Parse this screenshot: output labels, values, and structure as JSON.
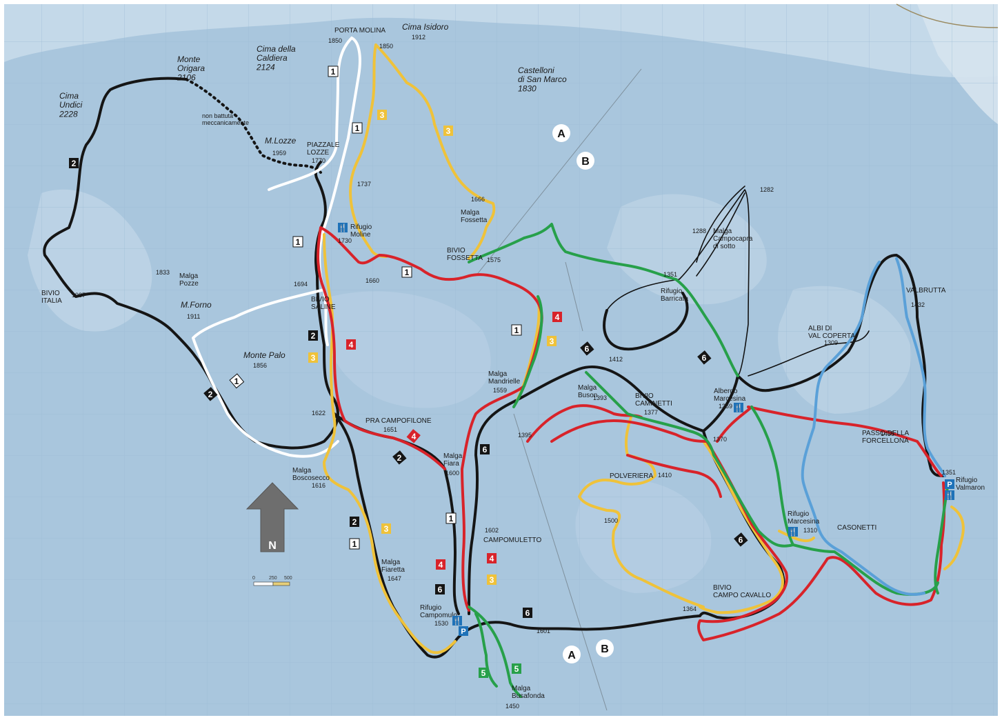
{
  "colors": {
    "background": "#a9c6dd",
    "snow_light": "#c9dceb",
    "trail_black": "#151515",
    "trail_white": "#ffffff",
    "trail_yellow": "#efc23a",
    "trail_red": "#d8232a",
    "trail_green": "#27a04a",
    "trail_blue": "#5aa0d8",
    "trail_thin": "#111111"
  },
  "labels": {
    "cima_undici": "Cima\nUndici\n2228",
    "monte_origara": "Monte\nOrigara\n2106",
    "cima_caldiera": "Cima della\nCaldiera\n2124",
    "porta_molina": "PORTA MOLINA",
    "cima_isidoro": "Cima Isidoro",
    "castelloni": "Castelloni\ndi San Marco\n1830",
    "non_battuta": "non battuta\nmeccanicamente",
    "m_lozze": "M.Lozze",
    "piazzale_lozze": "PIAZZALE\nLOZZE",
    "rifugio_moline": "Rifugio\nMoline",
    "malga_fossetta": "Malga\nFossetta",
    "bivio_fossetta": "BIVIO\nFOSSETTA",
    "malga_campocapra": "Malga\nCampocapra\ndi sotto",
    "malga_pozze": "Malga\nPozze",
    "bivio_italia": "BIVIO\nITALIA",
    "m_forno": "M.Forno",
    "bivio_saline": "BIVIO\nSALINE",
    "monte_palo": "Monte Palo",
    "rifugio_barricata": "Rifugio\nBarricata",
    "valbrutta": "VALBRUTTA",
    "albi_val_coperta": "ALBI   DI\nVAL COPERTA",
    "malga_mandrielle": "Malga\nMandrielle",
    "malga_buson": "Malga\nBuson",
    "bivio_caminetti": "BIVIO\nCAMINETTI",
    "albergo_marcesina": "Albergo\nMarcesina",
    "pra_campofilone": "PRA CAMPOFILONE",
    "malga_fiara": "Malga\nFiara",
    "passo_forcellona": "PASSO DELLA\nFORCELLONA",
    "rifugio_valmaron": "Rifugio\nValmaron",
    "malga_boscosecco": "Malga\nBoscosecco",
    "polveriera": "POLVERIERA",
    "campomuletto": "CAMPOMULETTO",
    "rifugio_marcesina": "Rifugio\nMarcesina",
    "casonetti": "CASONETTI",
    "malga_fiaretta": "Malga\nFiaretta",
    "rifugio_campomulo": "Rifugio\nCampomulo",
    "bivio_campo_cavallo": "BIVIO\nCAMPO CAVALLO",
    "malga_busafonda": "Malga\nBusafonda",
    "north": "N"
  },
  "elevations": {
    "porta_molina": "1850",
    "cima_isidoro": "1912",
    "top_yellow": "1850",
    "m_lozze": "1959",
    "piazzale_lozze": "1770",
    "p1737": "1737",
    "p1666": "1666",
    "moline": "1730",
    "p1575": "1575",
    "p1660": "1660",
    "p1282": "1282",
    "p1288": "1288",
    "p1351": "1351",
    "pozze": "1833",
    "p1694": "1694",
    "italia": "1987",
    "forno": "1911",
    "palo": "1856",
    "valbrutta": "1432",
    "albi": "1309",
    "p1412": "1412",
    "mandrielle": "1559",
    "buson": "1393",
    "caminetti": "1377",
    "marcesina": "1369",
    "p1622": "1622",
    "pra": "1651",
    "p1395": "1395",
    "p1370": "1370",
    "p1435": "1435",
    "fiara": "1600",
    "boscosecco": "1616",
    "p1410": "1410",
    "valmaron": "1351",
    "p1500": "1500",
    "p1602": "1602",
    "rif_marcesina": "1310",
    "fiaretta": "1647",
    "campomulo": "1530",
    "p1601": "1601",
    "campo_cavallo": "1364",
    "busafonda": "1450"
  },
  "markers": {
    "m1a": "1",
    "m1b": "1",
    "m1c": "1",
    "m1d": "1",
    "m1e": "1",
    "m1f": "1",
    "m1g": "1",
    "m1h": "1",
    "m2a": "2",
    "m2b": "2",
    "m2c": "2",
    "m2d": "2",
    "m2e": "2",
    "m3a": "3",
    "m3b": "3",
    "m3c": "3",
    "m3d": "3",
    "m3e": "3",
    "m3f": "3",
    "m4a": "4",
    "m4b": "4",
    "m4c": "4",
    "m4d": "4",
    "m4e": "4",
    "m5a": "5",
    "m5b": "5",
    "m6a": "6",
    "m6b": "6",
    "m6c": "6",
    "m6d": "6",
    "m6e": "6",
    "m6f": "6"
  },
  "zones": {
    "a_top": "A",
    "b_top": "B",
    "a_bottom": "A",
    "b_bottom": "B"
  },
  "services": {
    "parking": "P",
    "food": "🍴"
  },
  "scale": {
    "t0": "0",
    "t1": "250",
    "t2": "500"
  }
}
